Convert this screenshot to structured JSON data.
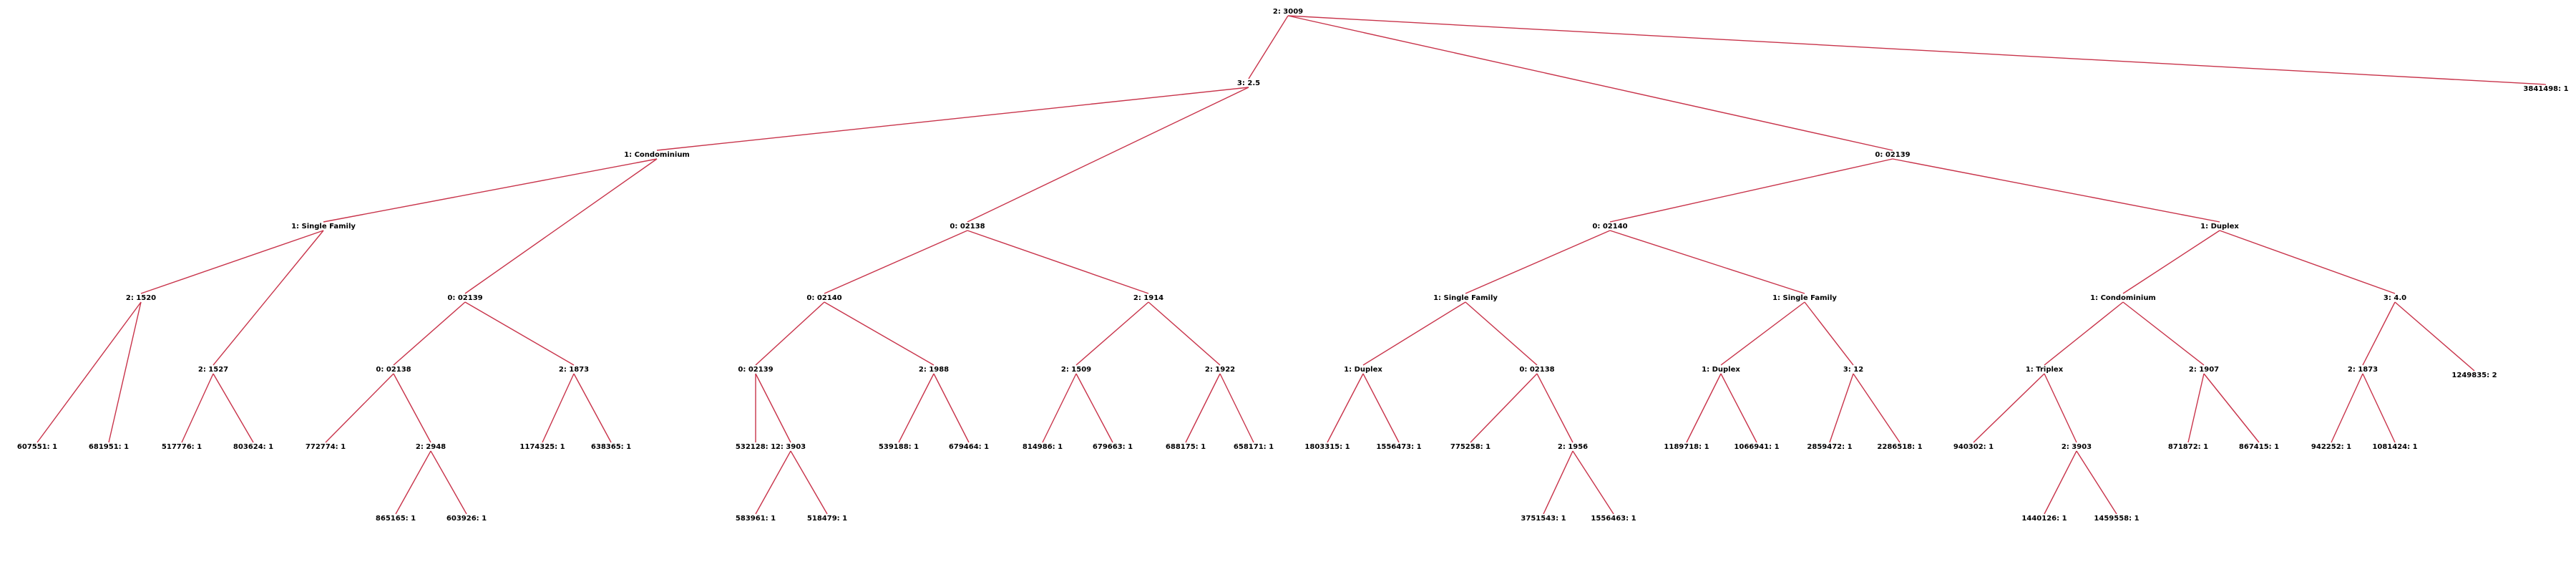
{
  "colors": {
    "edge": "#c8334a",
    "label": "#000000",
    "background": "#ffffff"
  },
  "tree": {
    "label": "2: 3009",
    "children": [
      {
        "label": "3: 2.5",
        "children": [
          {
            "label": "1: Condominium",
            "children": [
              {
                "label": "1: Single Family",
                "children": [
                  {
                    "label": "2: 1520",
                    "children": [
                      {
                        "label": "607551: 1"
                      },
                      {
                        "label": "681951: 1"
                      }
                    ]
                  },
                  {
                    "label": "2: 1527",
                    "children": [
                      {
                        "label": "517776: 1"
                      },
                      {
                        "label": "803624: 1"
                      }
                    ]
                  }
                ]
              },
              {
                "label": "0: 02139",
                "children": [
                  {
                    "label": "0: 02138",
                    "children": [
                      {
                        "label": "772774: 1"
                      },
                      {
                        "label": "2: 2948",
                        "children": [
                          {
                            "label": "865165: 1"
                          },
                          {
                            "label": "603926: 1"
                          }
                        ]
                      }
                    ]
                  },
                  {
                    "label": "2: 1873",
                    "children": [
                      {
                        "label": "1174325: 1"
                      },
                      {
                        "label": "638365: 1"
                      }
                    ]
                  }
                ]
              }
            ]
          },
          {
            "label": "0: 02138",
            "children": [
              {
                "label": "0: 02140",
                "children": [
                  {
                    "label": "0: 02139",
                    "children": [
                      {
                        "label": "532128: 1"
                      },
                      {
                        "label": "2: 3903",
                        "children": [
                          {
                            "label": "583961: 1"
                          },
                          {
                            "label": "518479: 1"
                          }
                        ]
                      }
                    ]
                  },
                  {
                    "label": "2: 1988",
                    "children": [
                      {
                        "label": "539188: 1"
                      },
                      {
                        "label": "679464: 1"
                      }
                    ]
                  }
                ]
              },
              {
                "label": "2: 1914",
                "children": [
                  {
                    "label": "2: 1509",
                    "children": [
                      {
                        "label": "814986: 1"
                      },
                      {
                        "label": "679663: 1"
                      }
                    ]
                  },
                  {
                    "label": "2: 1922",
                    "children": [
                      {
                        "label": "688175: 1"
                      },
                      {
                        "label": "658171: 1"
                      }
                    ]
                  }
                ]
              }
            ]
          }
        ]
      },
      {
        "label": "0: 02139",
        "children": [
          {
            "label": "0: 02140",
            "children": [
              {
                "label": "1: Single Family",
                "children": [
                  {
                    "label": "1: Duplex",
                    "children": [
                      {
                        "label": "1803315: 1"
                      },
                      {
                        "label": "1556473: 1"
                      }
                    ]
                  },
                  {
                    "label": "0: 02138",
                    "children": [
                      {
                        "label": "775258: 1"
                      },
                      {
                        "label": "2: 1956",
                        "children": [
                          {
                            "label": "3751543: 1"
                          },
                          {
                            "label": "1556463: 1"
                          }
                        ]
                      }
                    ]
                  }
                ]
              },
              {
                "label": "1: Single Family",
                "children": [
                  {
                    "label": "1: Duplex",
                    "children": [
                      {
                        "label": "1189718: 1"
                      },
                      {
                        "label": "1066941: 1"
                      }
                    ]
                  },
                  {
                    "label": "3: 12",
                    "children": [
                      {
                        "label": "2859472: 1"
                      },
                      {
                        "label": "2286518: 1"
                      }
                    ]
                  }
                ]
              }
            ]
          },
          {
            "label": "1: Duplex",
            "children": [
              {
                "label": "1: Condominium",
                "children": [
                  {
                    "label": "1: Triplex",
                    "children": [
                      {
                        "label": "940302: 1"
                      },
                      {
                        "label": "2: 3903",
                        "children": [
                          {
                            "label": "1440126: 1"
                          },
                          {
                            "label": "1459558: 1"
                          }
                        ]
                      }
                    ]
                  },
                  {
                    "label": "2: 1907",
                    "children": [
                      {
                        "label": "871872: 1"
                      },
                      {
                        "label": "867415: 1"
                      }
                    ]
                  }
                ]
              },
              {
                "label": "3: 4.0",
                "children": [
                  {
                    "label": "2: 1873",
                    "children": [
                      {
                        "label": "942252: 1"
                      },
                      {
                        "label": "1081424: 1"
                      }
                    ]
                  },
                  {
                    "label": "1249835: 2"
                  }
                ]
              }
            ]
          }
        ]
      },
      {
        "label": "3841498: 1"
      }
    ]
  }
}
